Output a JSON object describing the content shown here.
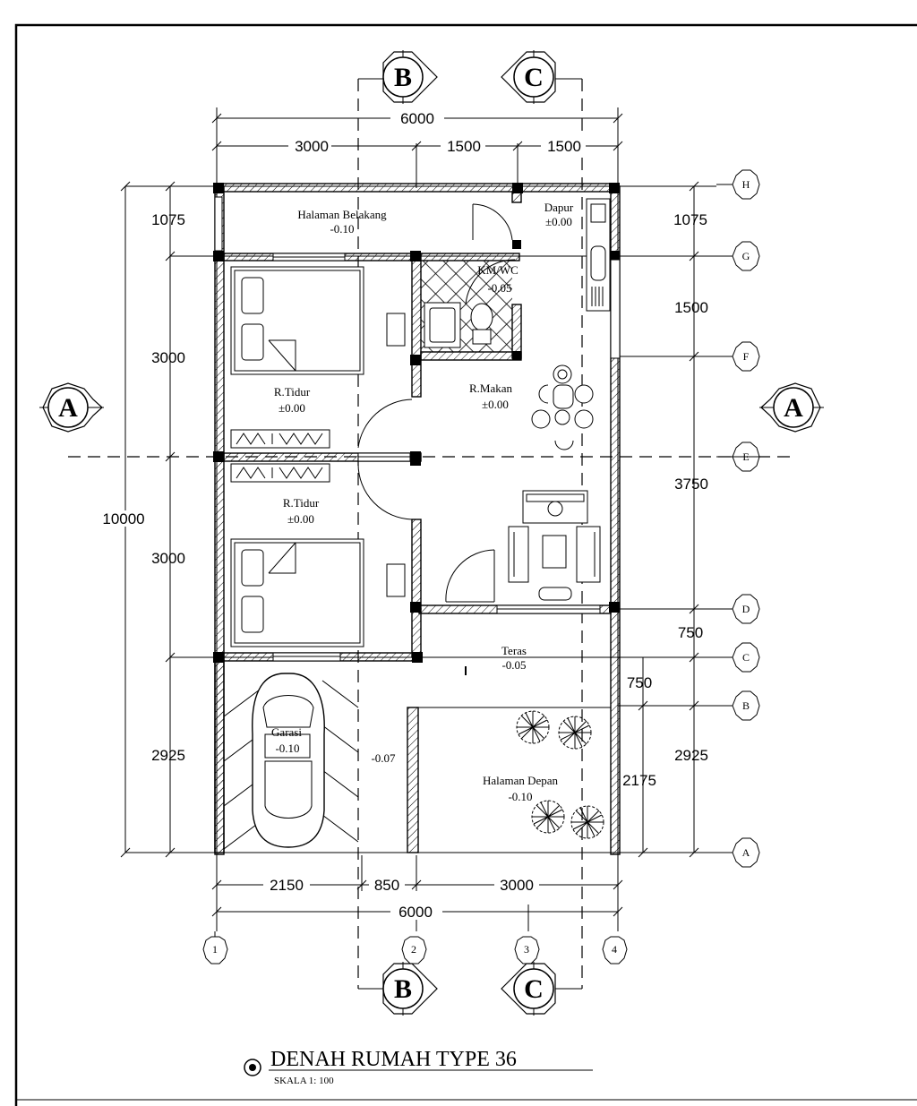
{
  "rooms": {
    "halaman_belakang": {
      "name": "Halaman Belakang",
      "level": "-0.10"
    },
    "dapur": {
      "name": "Dapur",
      "level": "±0.00"
    },
    "kmwc": {
      "name": "KM/WC",
      "level": "-0.05"
    },
    "tidur1": {
      "name": "R.Tidur",
      "level": "±0.00"
    },
    "makan": {
      "name": "R.Makan",
      "level": "±0.00"
    },
    "tidur2": {
      "name": "R.Tidur",
      "level": "±0.00"
    },
    "teras": {
      "name": "Teras",
      "level": "-0.05"
    },
    "garasi": {
      "name": "Garasi",
      "level": "-0.10"
    },
    "halaman_depan": {
      "name": "Halaman Depan",
      "level": "-0.10"
    },
    "side_level": "-0.07"
  },
  "dimensions": {
    "top_total": "6000",
    "top_segments": [
      "3000",
      "1500",
      "1500"
    ],
    "bottom_segments": [
      "2150",
      "850",
      "3000"
    ],
    "bottom_total": "6000",
    "left_total": "10000",
    "left_segments": [
      "1075",
      "3000",
      "3000",
      "2925"
    ],
    "right_segments": [
      "1075",
      "1500",
      "3750",
      "750",
      "750",
      "2925",
      "2175"
    ]
  },
  "grid": {
    "rows": [
      "H",
      "G",
      "F",
      "E",
      "D",
      "C",
      "B",
      "A"
    ],
    "cols": [
      "1",
      "2",
      "3",
      "4"
    ]
  },
  "sections": {
    "a": "A",
    "b": "B",
    "c": "C"
  },
  "title": {
    "main": "DENAH RUMAH TYPE 36",
    "scale": "SKALA 1: 100"
  }
}
